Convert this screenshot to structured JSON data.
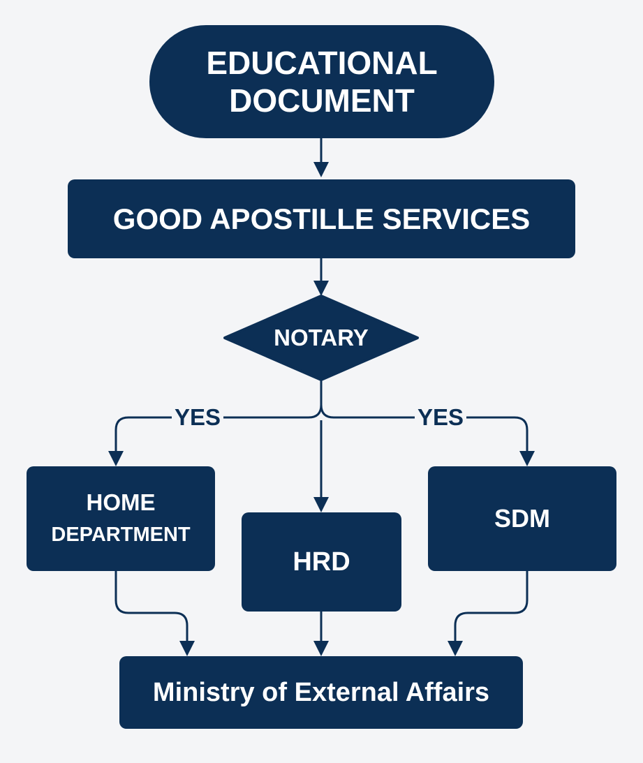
{
  "colors": {
    "node_fill": "#0c2f55",
    "node_text": "#ffffff",
    "connector": "#0c2f55",
    "background": "#f4f5f7"
  },
  "nodes": {
    "start": {
      "line1": "EDUCATIONAL",
      "line2": "DOCUMENT",
      "shape": "terminator"
    },
    "service": {
      "text": "GOOD APOSTILLE SERVICES",
      "shape": "process"
    },
    "decision": {
      "text": "NOTARY",
      "shape": "decision"
    },
    "home": {
      "line1": "HOME",
      "line2": "DEPARTMENT",
      "shape": "process"
    },
    "hrd": {
      "text": "HRD",
      "shape": "process"
    },
    "sdm": {
      "text": "SDM",
      "shape": "process"
    },
    "mea": {
      "text": "Ministry of External Affairs",
      "shape": "process"
    }
  },
  "edges": [
    {
      "from": "start",
      "to": "service",
      "label": ""
    },
    {
      "from": "service",
      "to": "decision",
      "label": ""
    },
    {
      "from": "decision",
      "to": "home",
      "label": "YES"
    },
    {
      "from": "decision",
      "to": "hrd",
      "label": ""
    },
    {
      "from": "decision",
      "to": "sdm",
      "label": "YES"
    },
    {
      "from": "home",
      "to": "mea",
      "label": ""
    },
    {
      "from": "hrd",
      "to": "mea",
      "label": ""
    },
    {
      "from": "sdm",
      "to": "mea",
      "label": ""
    }
  ],
  "labels": {
    "yes_left": "YES",
    "yes_right": "YES"
  }
}
